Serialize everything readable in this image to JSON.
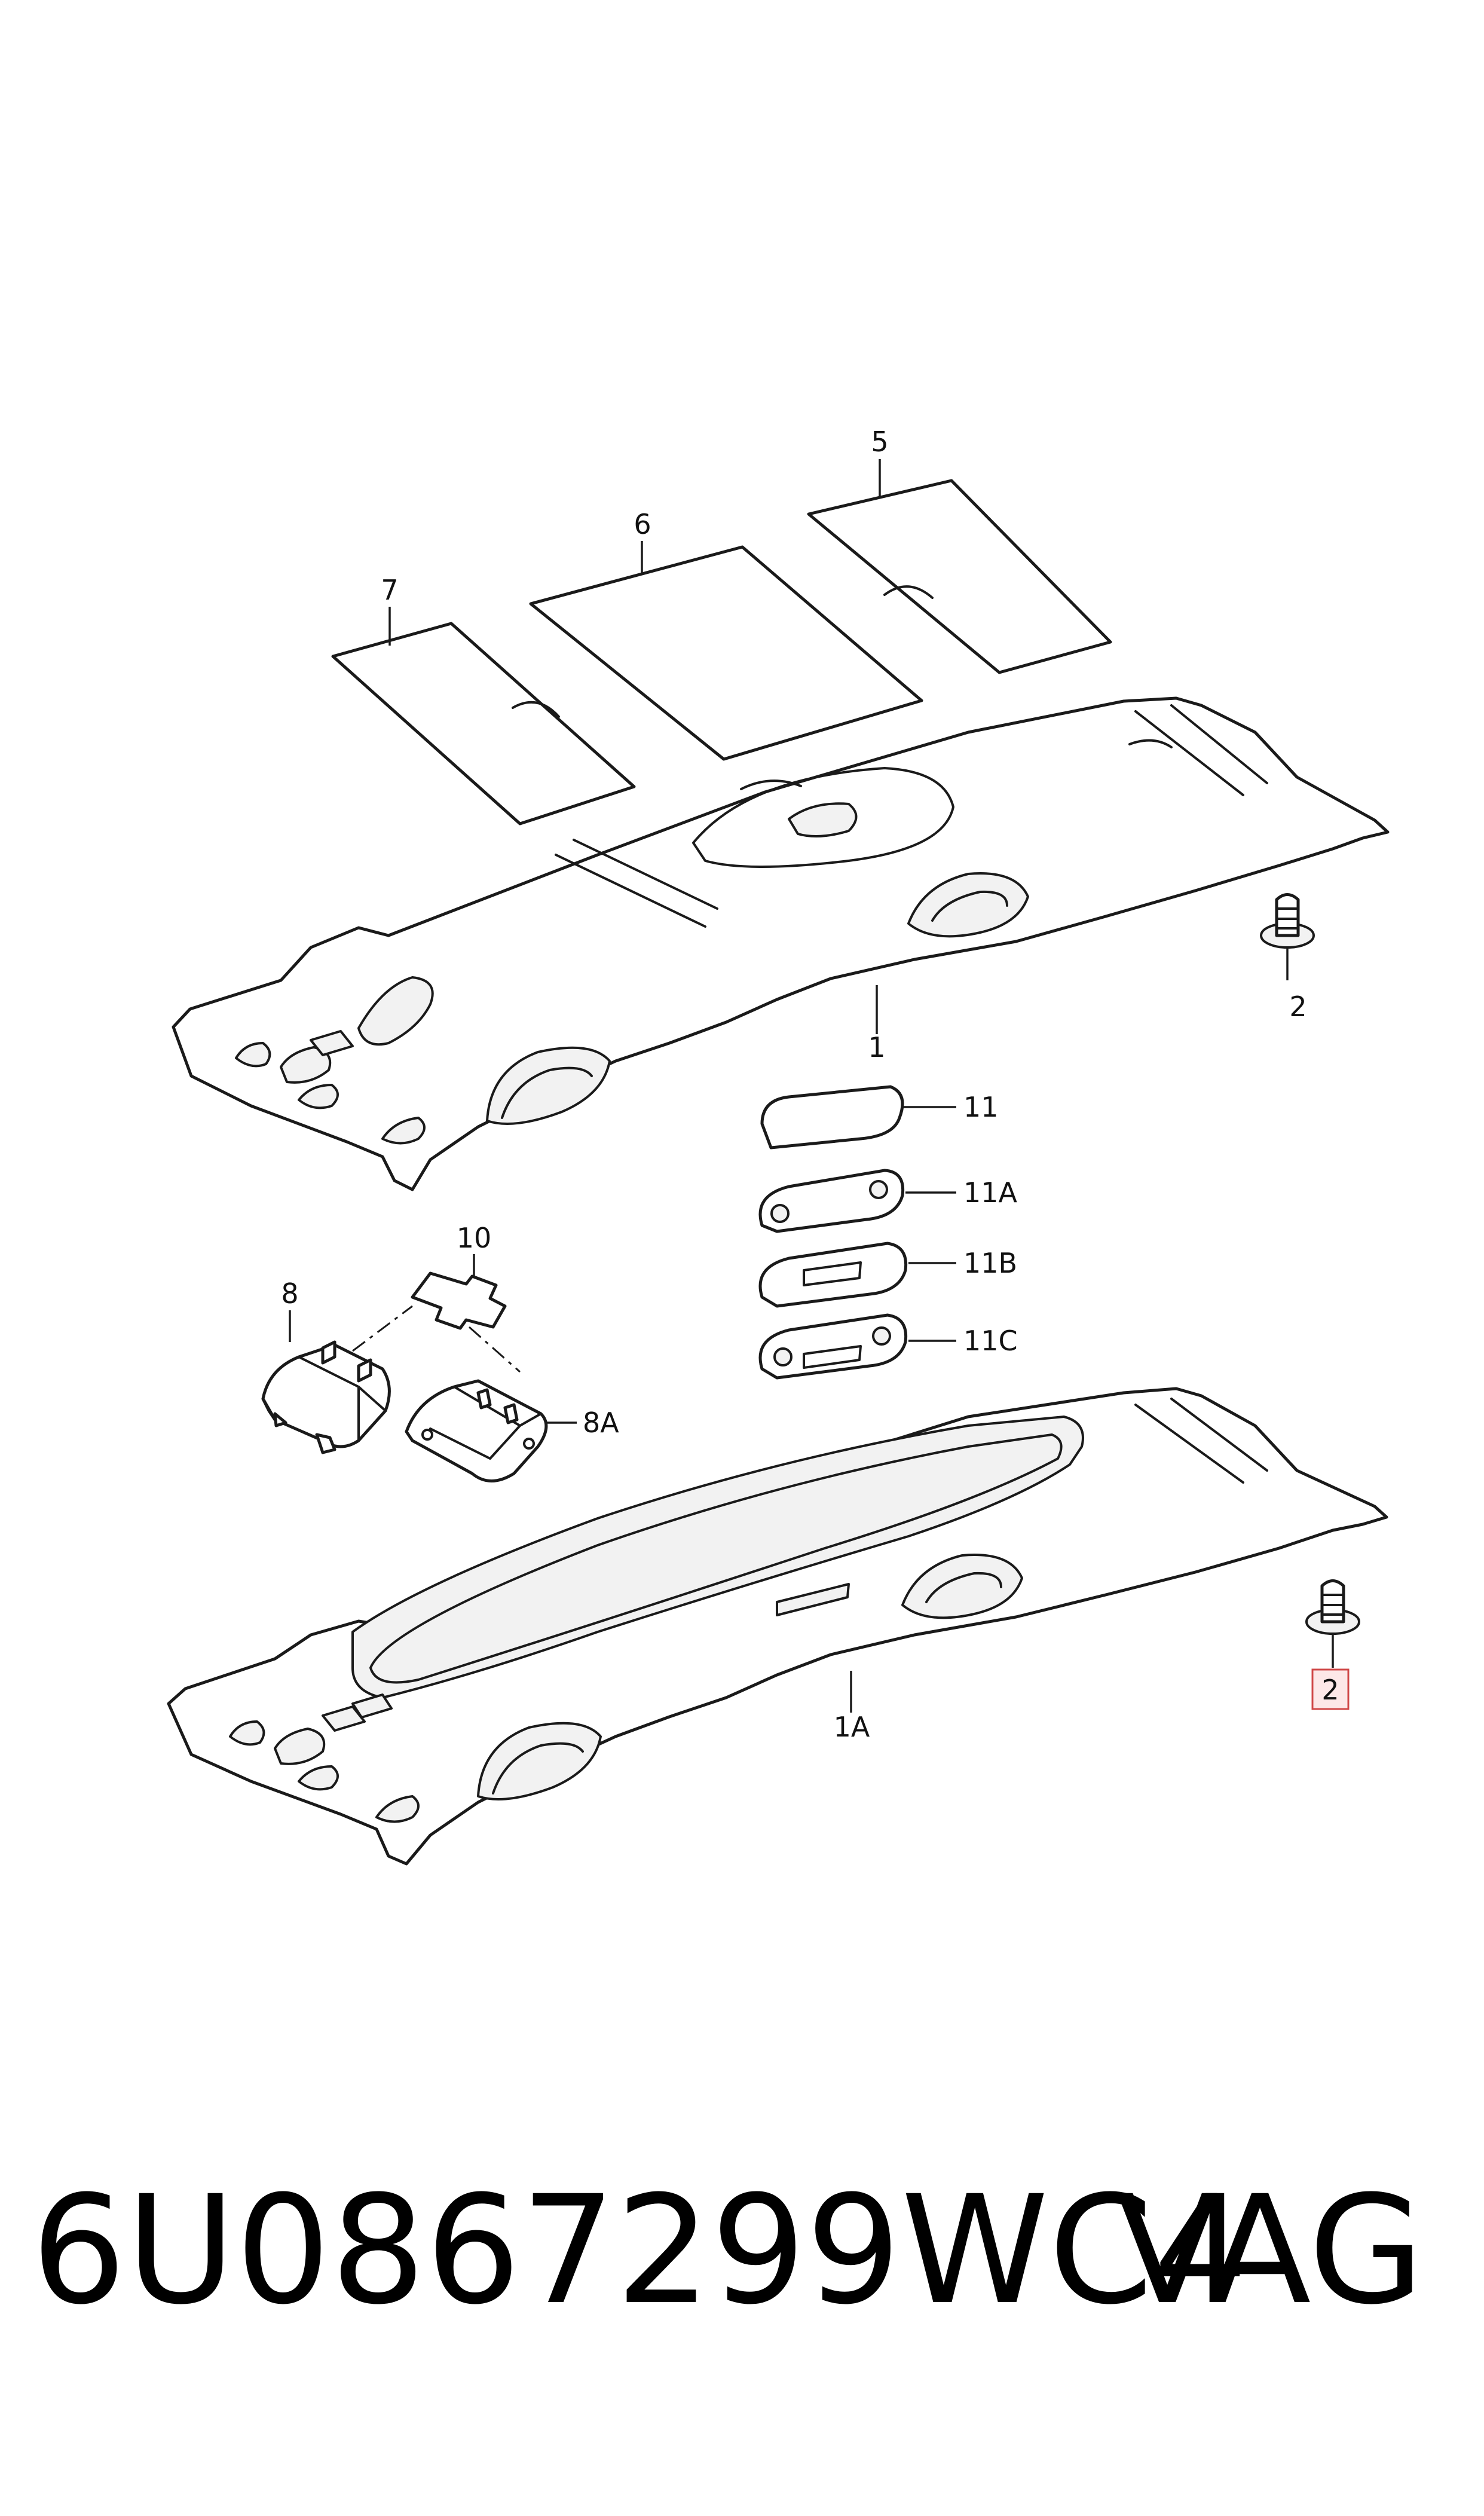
{
  "callouts": {
    "c1": "1",
    "c1a": "1A",
    "c2_top": "2",
    "c2_bottom": "2",
    "c5": "5",
    "c6": "6",
    "c7": "7",
    "c8": "8",
    "c8a": "8A",
    "c10": "10",
    "c11": "11",
    "c11a": "11A",
    "c11b": "11B",
    "c11c": "11C"
  },
  "footer": {
    "part_number": "6U0867299WC4",
    "brand": "VAG"
  },
  "colors": {
    "line": "#1a1a1a",
    "highlight_fill": "#fde8e8",
    "highlight_stroke": "#d04848"
  }
}
